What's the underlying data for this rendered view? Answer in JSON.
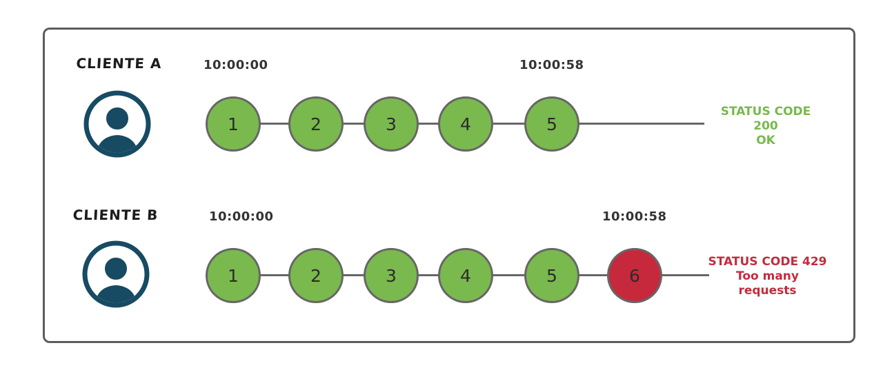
{
  "colors": {
    "ok_fill": "#7ab94e",
    "blocked_fill": "#c7293c",
    "circle_border": "#666666",
    "line": "#666666",
    "frame_border": "#5c5c5c",
    "avatar": "#174a63",
    "label_text": "#1c1c1c",
    "timestamp_text": "#333333",
    "ok_text": "#77b94c",
    "blocked_text": "#c42b3d",
    "number_text": "#2b2b2b"
  },
  "clients": [
    {
      "label": "CLIENTE A",
      "avatar_icon": "user-avatar-icon",
      "start_time": "10:00:00",
      "end_time": "10:00:58",
      "requests": [
        "1",
        "2",
        "3",
        "4",
        "5"
      ],
      "status": {
        "code_line": "STATUS CODE 200",
        "message": "OK"
      }
    },
    {
      "label": "CLIENTE B",
      "avatar_icon": "user-avatar-icon",
      "start_time": "10:00:00",
      "end_time": "10:00:58",
      "requests": [
        "1",
        "2",
        "3",
        "4",
        "5",
        "6"
      ],
      "blocked_request": "6",
      "status": {
        "code_line": "STATUS CODE 429",
        "message": "Too many requests"
      }
    }
  ]
}
